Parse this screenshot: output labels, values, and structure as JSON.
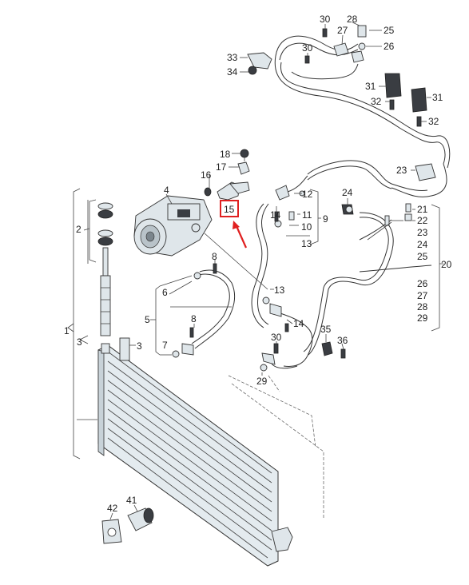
{
  "callouts": {
    "c1": "1",
    "c2": "2",
    "c3a": "3",
    "c3b": "3",
    "c4": "4",
    "c5": "5",
    "c6": "6",
    "c7": "7",
    "c8a": "8",
    "c8b": "8",
    "c9": "9",
    "c10": "10",
    "c11": "11",
    "c12": "12",
    "c13a": "13",
    "c13b": "13",
    "c14a": "14",
    "c14b": "14",
    "c15": "15",
    "c16": "16",
    "c17": "17",
    "c18": "18",
    "c20": "20",
    "c21": "21",
    "c22": "22",
    "c23a": "23",
    "c23b": "23",
    "c24a": "24",
    "c24b": "24",
    "c25a": "25",
    "c25b": "25",
    "c26a": "26",
    "c26b": "26",
    "c27a": "27",
    "c27b": "27",
    "c28a": "28",
    "c28b": "28",
    "c29a": "29",
    "c29b": "29",
    "c30a": "30",
    "c30b": "30",
    "c30c": "30",
    "c31a": "31",
    "c31b": "31",
    "c32a": "32",
    "c32b": "32",
    "c33": "33",
    "c34": "34",
    "c35": "35",
    "c36": "36",
    "c41": "41",
    "c42": "42"
  },
  "highlight": {
    "part": "15",
    "color": "#e02020"
  },
  "colors": {
    "line": "#333333",
    "part_fill": "#dfe6ea",
    "condenser_fill": "#e4ebef"
  }
}
